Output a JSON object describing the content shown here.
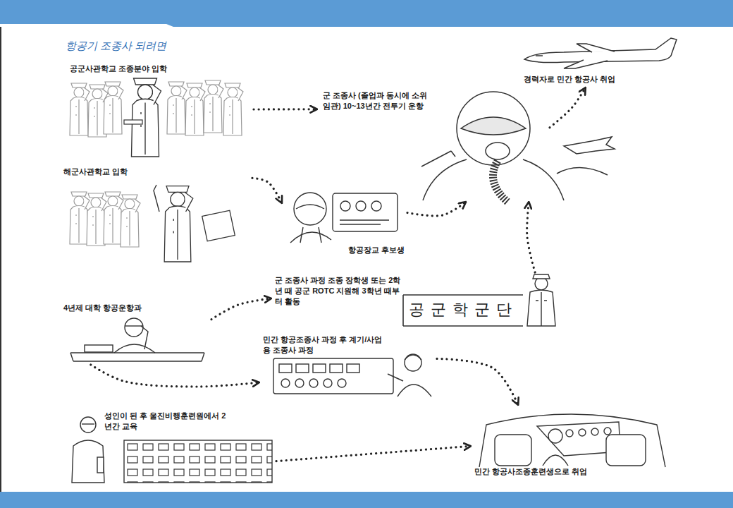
{
  "diagram": {
    "title": "항공기 조종사 되려면",
    "nodes": [
      {
        "text": [
          "공군사관학교 조종분야 입학"
        ]
      },
      {
        "text": [
          "군 조종사 (졸업과 동시에 소위 임관) 10~13년간 전투기 운항"
        ]
      },
      {
        "text": [
          "경력자로 민간 항공사 취업"
        ]
      },
      {
        "text": [
          "해군사관학교 입학"
        ]
      },
      {
        "text": [
          "항공장교 후보생"
        ]
      },
      {
        "text": [
          "4년제 대학 항공운항과"
        ]
      },
      {
        "text": [
          "군 조종사 과정 조종 장학생 또는 2학년 때 공군 ROTC 지원해 3학년 때부터 활동"
        ]
      },
      {
        "text": [
          "민간 항공조종사 과정 후 계기/사업용 조종사 과정"
        ]
      },
      {
        "text": [
          "성인이 된 후 울진비행훈련원에서 2년간 교육"
        ]
      },
      {
        "text": [
          "민간 항공사조종훈련생으로 취업"
        ]
      }
    ],
    "edges": [
      {
        "from": 0,
        "to": 1,
        "arrow": "to"
      },
      {
        "from": 1,
        "to": 2,
        "arrow": "to"
      },
      {
        "from": 3,
        "to": 4,
        "arrow": "to"
      },
      {
        "from": 4,
        "to": 1,
        "arrow": "to"
      },
      {
        "from": 5,
        "to": 6,
        "arrow": "to"
      },
      {
        "from": 5,
        "to": 7,
        "arrow": "to"
      },
      {
        "from": 6,
        "to": 1,
        "arrow": "to"
      },
      {
        "from": 7,
        "to": 9,
        "arrow": "to"
      },
      {
        "from": 8,
        "to": 9,
        "arrow": "to"
      }
    ],
    "labels": [
      "공군학군단"
    ]
  }
}
